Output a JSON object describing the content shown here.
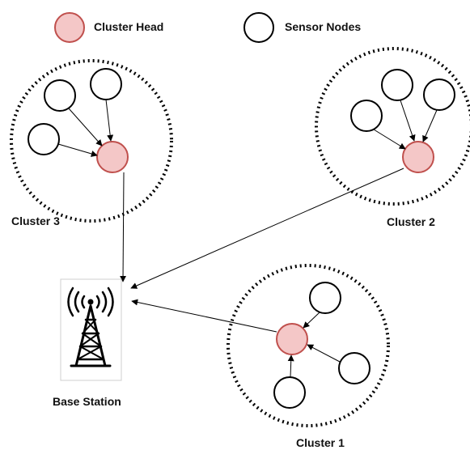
{
  "legend": {
    "cluster_head": "Cluster Head",
    "sensor_nodes": "Sensor Nodes"
  },
  "clusters": [
    {
      "label": "Cluster 3"
    },
    {
      "label": "Cluster 2"
    },
    {
      "label": "Cluster 1"
    }
  ],
  "base_station": {
    "label": "Base Station",
    "icon": "radio-tower-icon"
  },
  "colors": {
    "cluster_head_fill": "#f4c7c7",
    "cluster_head_stroke": "#c0504d",
    "sensor_fill": "#ffffff",
    "stroke": "#000000"
  }
}
